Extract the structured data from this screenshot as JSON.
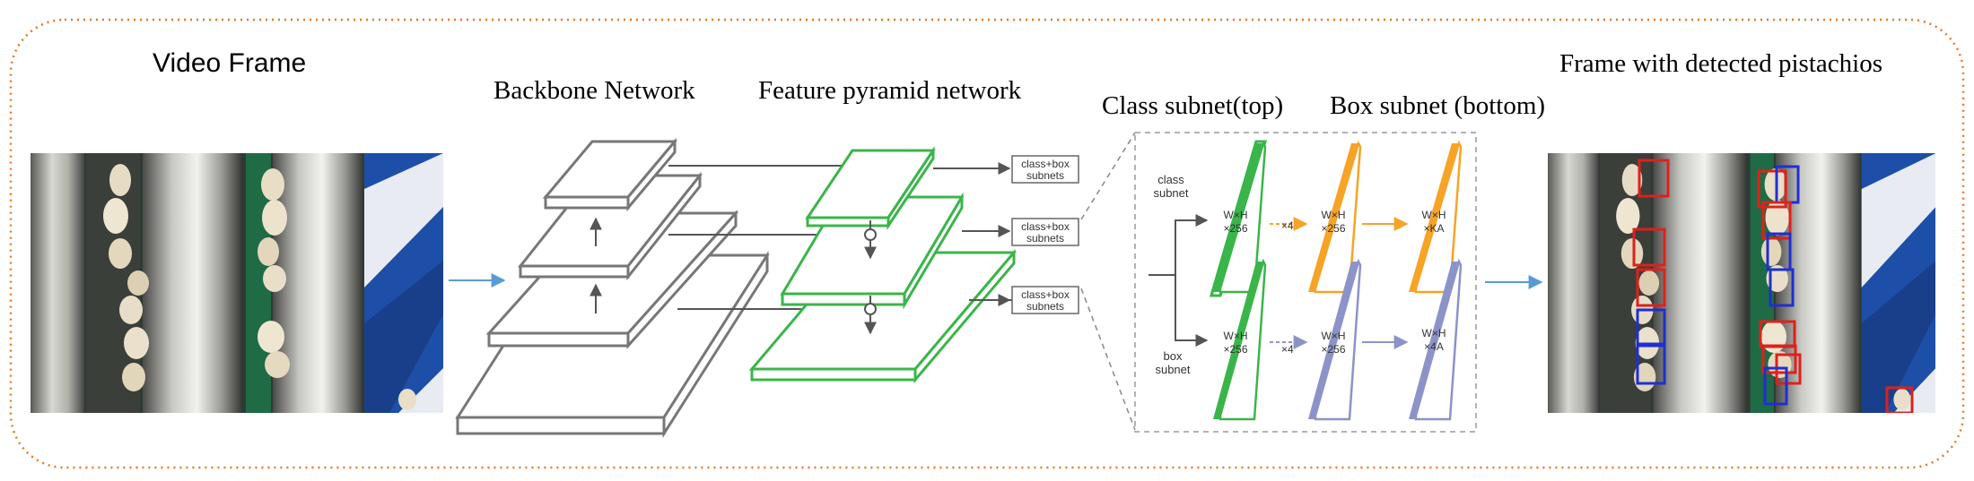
{
  "titles": {
    "video_frame": "Video Frame",
    "backbone": "Backbone Network",
    "fpn": "Feature pyramid network",
    "class_subnet": "Class subnet(top)",
    "box_subnet": "Box subnet (bottom)",
    "output_frame": "Frame with detected pistachios"
  },
  "fpn_outputs": {
    "line1": "class+box",
    "line2": "subnets"
  },
  "subnet_detail": {
    "class_label_line1": "class",
    "class_label_line2": "subnet",
    "box_label_line1": "box",
    "box_label_line2": "subnet",
    "repeat": "×4",
    "wh": "W×H",
    "c256": "×256",
    "ka": "×KA",
    "fourA": "×4A"
  },
  "colors": {
    "border": "#e87722",
    "arrow_blue": "#5b9bd5",
    "fpn_green": "#3ab54a",
    "class_orange": "#f7a326",
    "box_purple": "#8c93c8",
    "backbone_gray": "#777777",
    "det_red": "#e0201b",
    "det_blue": "#1f2fd1"
  }
}
